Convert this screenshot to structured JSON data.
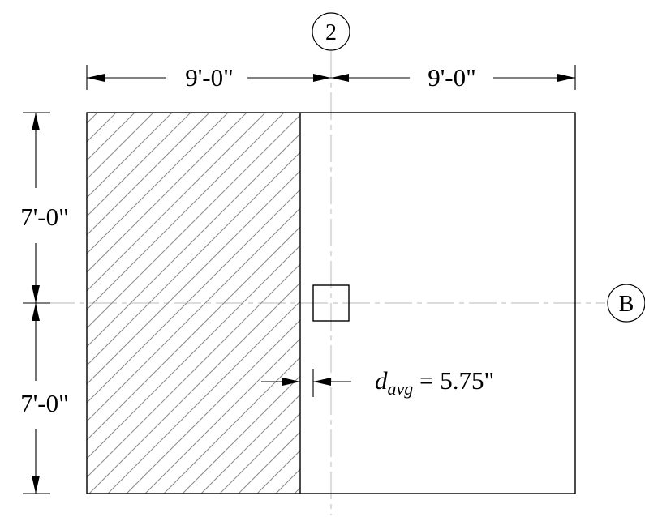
{
  "gridlines": {
    "vertical_label": "2",
    "horizontal_label": "B"
  },
  "dimensions": {
    "top_left": "9'-0\"",
    "top_right": "9'-0\"",
    "left_top": "7'-0\"",
    "left_bottom": "7'-0\""
  },
  "annotation": {
    "d_symbol": "d",
    "d_subscript": "avg",
    "d_value": " = 5.75\""
  },
  "colors": {
    "line": "#000000",
    "hatch": "#8a8a8a",
    "gridline": "#b9b9b9"
  }
}
